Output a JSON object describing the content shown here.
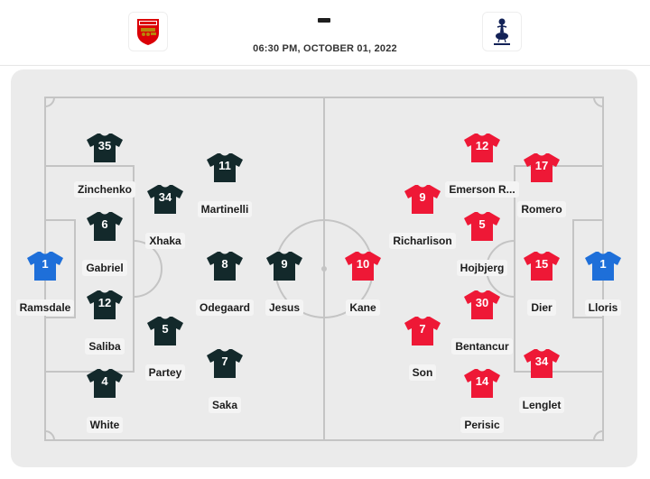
{
  "match": {
    "kickoff": "06:30 PM, OCTOBER 01, 2022",
    "score_separator": "-",
    "home_badge_icon": "arsenal-crest-icon",
    "away_badge_icon": "tottenham-crest-icon"
  },
  "colors": {
    "home_shirt": "#13292b",
    "home_keeper": "#1e6fd9",
    "away_shirt": "#ee1836",
    "away_keeper": "#1e6fd9",
    "pitch": "#ebebeb",
    "lines": "#c4c4c4"
  },
  "home": {
    "players": [
      {
        "number": "1",
        "name": "Ramsdale",
        "keeper": true
      },
      {
        "number": "35",
        "name": "Zinchenko"
      },
      {
        "number": "6",
        "name": "Gabriel"
      },
      {
        "number": "12",
        "name": "Saliba"
      },
      {
        "number": "4",
        "name": "White"
      },
      {
        "number": "34",
        "name": "Xhaka"
      },
      {
        "number": "5",
        "name": "Partey"
      },
      {
        "number": "11",
        "name": "Martinelli"
      },
      {
        "number": "8",
        "name": "Odegaard"
      },
      {
        "number": "7",
        "name": "Saka"
      },
      {
        "number": "9",
        "name": "Jesus"
      }
    ]
  },
  "away": {
    "players": [
      {
        "number": "1",
        "name": "Lloris",
        "keeper": true
      },
      {
        "number": "17",
        "name": "Romero"
      },
      {
        "number": "15",
        "name": "Dier"
      },
      {
        "number": "34",
        "name": "Lenglet"
      },
      {
        "number": "12",
        "name": "Emerson R..."
      },
      {
        "number": "5",
        "name": "Hojbjerg"
      },
      {
        "number": "30",
        "name": "Bentancur"
      },
      {
        "number": "14",
        "name": "Perisic"
      },
      {
        "number": "9",
        "name": "Richarlison"
      },
      {
        "number": "7",
        "name": "Son"
      },
      {
        "number": "10",
        "name": "Kane"
      }
    ]
  }
}
